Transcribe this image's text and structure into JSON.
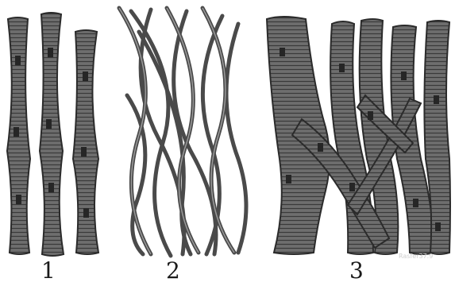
{
  "panels": [
    {
      "label": "1",
      "kind": "striated-fibers"
    },
    {
      "label": "2",
      "kind": "smooth-fibers"
    },
    {
      "label": "3",
      "kind": "branched-striated-fibers"
    }
  ],
  "watermark": "Rasfer37.9",
  "colors": {
    "fiber_fill": "#6e6e6e",
    "fiber_outline": "#2b2b2b",
    "striation": "#3c3c3c",
    "nucleus": "#262626",
    "background": "#ffffff"
  }
}
